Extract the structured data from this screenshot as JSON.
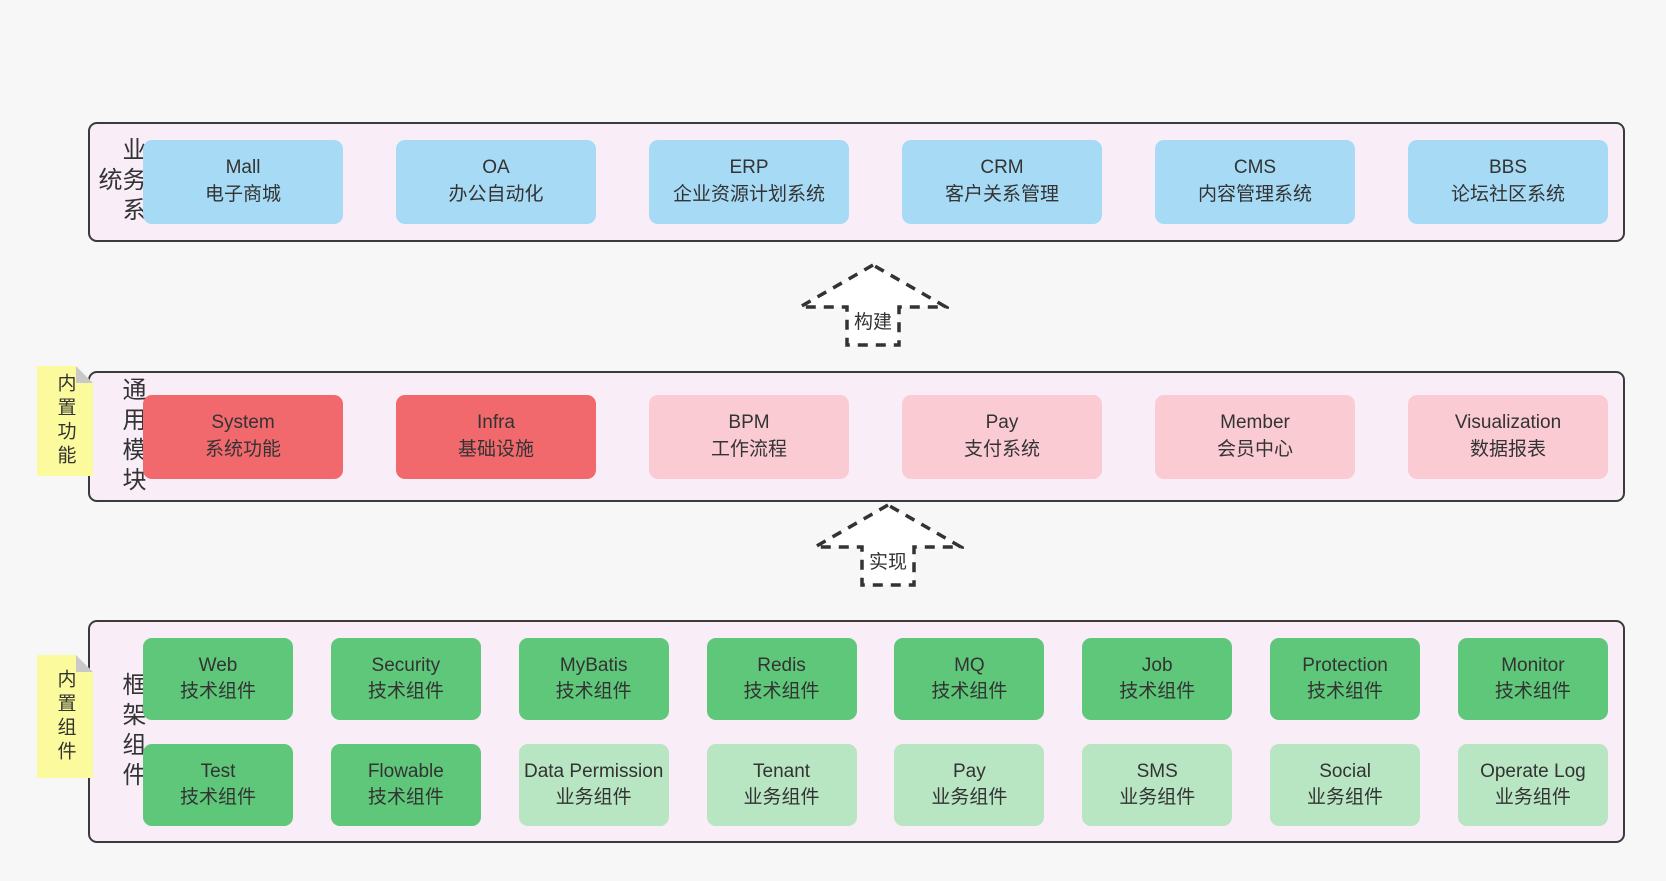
{
  "colors": {
    "page_bg": "#f7f7f7",
    "band_bg": "#f9eef8",
    "band_border": "#3b3b3b",
    "blue": "#a7daf5",
    "red": "#f1696d",
    "pink": "#fbcbd4",
    "green": "#5fc779",
    "light_green": "#b8e5c2",
    "sticky_yellow": "#fbfb9d",
    "fold_gray": "#c9c9c9",
    "arrow_stroke": "#333333",
    "text": "#333333"
  },
  "arrows": [
    {
      "label": "构建"
    },
    {
      "label": "实现"
    }
  ],
  "bands": [
    {
      "label": "业务系统",
      "rows": [
        [
          {
            "en": "Mall",
            "zh": "电子商城"
          },
          {
            "en": "OA",
            "zh": "办公自动化"
          },
          {
            "en": "ERP",
            "zh": "企业资源计划系统"
          },
          {
            "en": "CRM",
            "zh": "客户关系管理"
          },
          {
            "en": "CMS",
            "zh": "内容管理系统"
          },
          {
            "en": "BBS",
            "zh": "论坛社区系统"
          }
        ]
      ]
    },
    {
      "label": "通用模块",
      "sticky": "内置功能",
      "rows": [
        [
          {
            "en": "System",
            "zh": "系统功能"
          },
          {
            "en": "Infra",
            "zh": "基础设施"
          },
          {
            "en": "BPM",
            "zh": "工作流程"
          },
          {
            "en": "Pay",
            "zh": "支付系统"
          },
          {
            "en": "Member",
            "zh": "会员中心"
          },
          {
            "en": "Visualization",
            "zh": "数据报表"
          }
        ]
      ]
    },
    {
      "label": "框架组件",
      "sticky": "内置组件",
      "rows": [
        [
          {
            "en": "Web",
            "zh": "技术组件"
          },
          {
            "en": "Security",
            "zh": "技术组件"
          },
          {
            "en": "MyBatis",
            "zh": "技术组件"
          },
          {
            "en": "Redis",
            "zh": "技术组件"
          },
          {
            "en": "MQ",
            "zh": "技术组件"
          },
          {
            "en": "Job",
            "zh": "技术组件"
          },
          {
            "en": "Protection",
            "zh": "技术组件"
          },
          {
            "en": "Monitor",
            "zh": "技术组件"
          }
        ],
        [
          {
            "en": "Test",
            "zh": "技术组件"
          },
          {
            "en": "Flowable",
            "zh": "技术组件"
          },
          {
            "en": "Data Permission",
            "zh": "业务组件"
          },
          {
            "en": "Tenant",
            "zh": "业务组件"
          },
          {
            "en": "Pay",
            "zh": "业务组件"
          },
          {
            "en": "SMS",
            "zh": "业务组件"
          },
          {
            "en": "Social",
            "zh": "业务组件"
          },
          {
            "en": "Operate Log",
            "zh": "业务组件"
          }
        ]
      ]
    }
  ]
}
